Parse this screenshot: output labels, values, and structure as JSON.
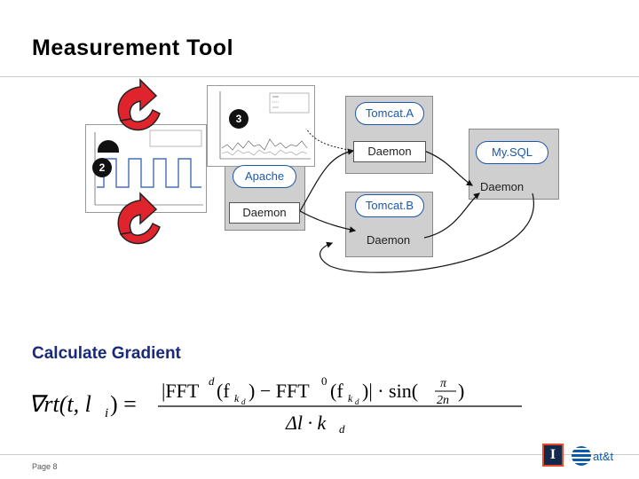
{
  "header": {
    "title": "Measurement Tool"
  },
  "diagram": {
    "badges": {
      "b2": "2",
      "b3": "3"
    },
    "nodes": {
      "apache": "Apache",
      "apache_daemon": "Daemon",
      "tomcat_a": "Tomcat.A",
      "tomcat_a_daemon": "Daemon",
      "tomcat_b": "Tomcat.B",
      "tomcat_b_daemon": "Daemon",
      "mysql": "My.SQL",
      "mysql_daemon": "Daemon"
    }
  },
  "gradient": {
    "heading": "Calculate Gradient"
  },
  "footer": {
    "page": "Page 8",
    "brand": "at&t",
    "uiuc_mark": "I"
  },
  "colors": {
    "arrow_red": "#e0242e",
    "server_gray": "#cfcfcf",
    "heading_blue": "#1a2a7a"
  },
  "icons": [
    "refresh-arrow-icon",
    "uiuc-logo-icon",
    "att-globe-icon"
  ]
}
